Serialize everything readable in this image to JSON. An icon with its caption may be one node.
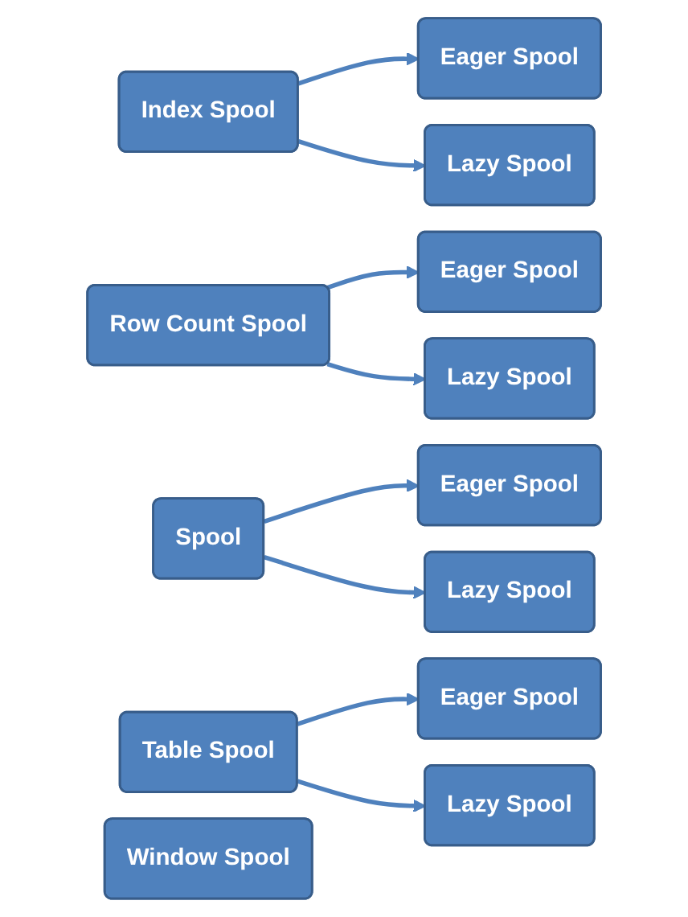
{
  "diagram": {
    "nodes": [
      {
        "text": [
          "Index Spool"
        ]
      },
      {
        "text": [
          "Eager Spool"
        ]
      },
      {
        "text": [
          "Lazy Spool"
        ]
      },
      {
        "text": [
          "Row Count Spool"
        ]
      },
      {
        "text": [
          "Eager Spool"
        ]
      },
      {
        "text": [
          "Lazy Spool"
        ]
      },
      {
        "text": [
          "Spool"
        ]
      },
      {
        "text": [
          "Eager Spool"
        ]
      },
      {
        "text": [
          "Lazy Spool"
        ]
      },
      {
        "text": [
          "Table Spool"
        ]
      },
      {
        "text": [
          "Eager Spool"
        ]
      },
      {
        "text": [
          "Lazy Spool"
        ]
      },
      {
        "text": [
          "Window Spool"
        ]
      }
    ],
    "edges": [
      {
        "from": 0,
        "to": 1,
        "arrow": "to"
      },
      {
        "from": 0,
        "to": 2,
        "arrow": "to"
      },
      {
        "from": 3,
        "to": 4,
        "arrow": "to"
      },
      {
        "from": 3,
        "to": 5,
        "arrow": "to"
      },
      {
        "from": 6,
        "to": 7,
        "arrow": "to"
      },
      {
        "from": 6,
        "to": 8,
        "arrow": "to"
      },
      {
        "from": 9,
        "to": 10,
        "arrow": "to"
      },
      {
        "from": 9,
        "to": 11,
        "arrow": "to"
      }
    ]
  }
}
